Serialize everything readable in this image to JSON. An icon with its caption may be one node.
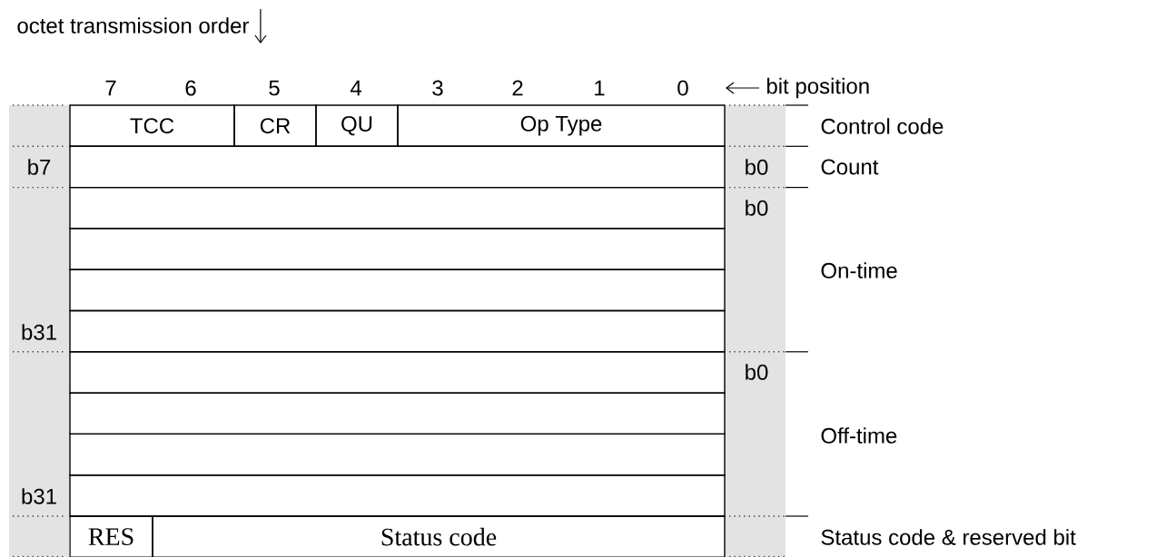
{
  "diagram": {
    "nodes": [
      {
        "text": [
          "TCC"
        ]
      },
      {
        "text": [
          "CR"
        ]
      },
      {
        "text": [
          "QU"
        ]
      },
      {
        "text": [
          "Op Type"
        ]
      },
      {
        "text": [],
        "shape": "box"
      },
      {
        "text": [],
        "shape": "box"
      },
      {
        "text": [],
        "shape": "box"
      },
      {
        "text": [],
        "shape": "box"
      },
      {
        "text": [],
        "shape": "box"
      },
      {
        "text": [],
        "shape": "box"
      },
      {
        "text": [],
        "shape": "box"
      },
      {
        "text": [],
        "shape": "box"
      },
      {
        "text": [],
        "shape": "box"
      },
      {
        "text": [
          "RES"
        ]
      },
      {
        "text": [
          "Status code"
        ]
      }
    ],
    "labels": [
      "octet transmission order",
      "7",
      "6",
      "5",
      "4",
      "3",
      "2",
      "1",
      "0",
      "bit position",
      "Control code",
      "b7",
      "b0",
      "Count",
      "b0",
      "On-time",
      "b31",
      "b0",
      "Off-time",
      "b31",
      "Status code & reserved bit"
    ]
  }
}
